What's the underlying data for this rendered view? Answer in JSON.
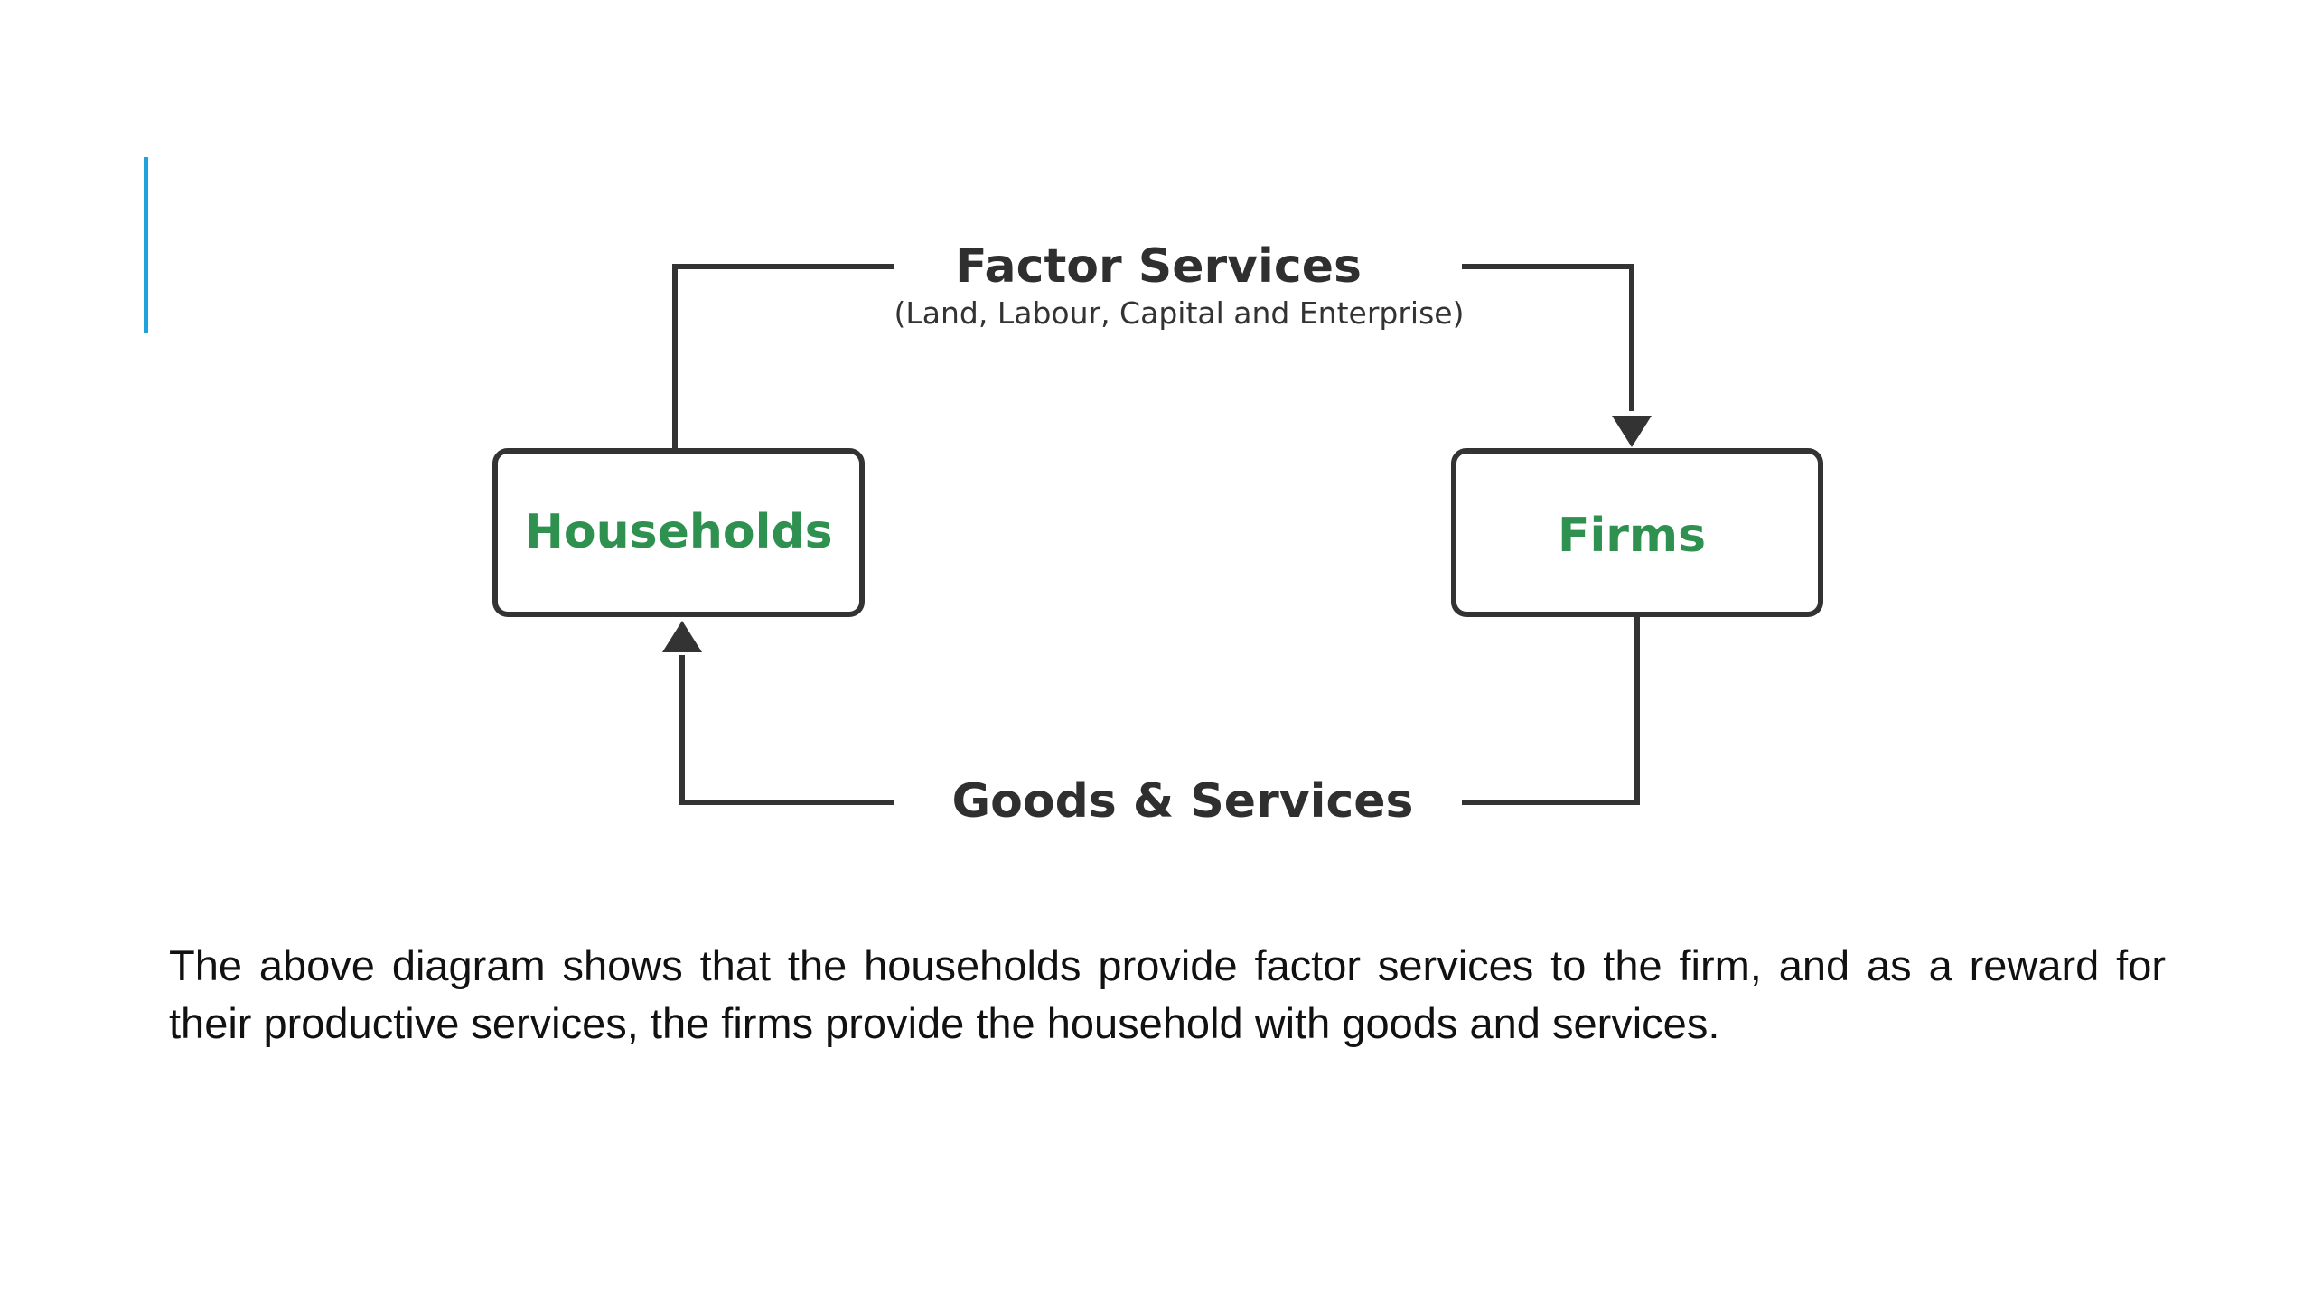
{
  "diagram": {
    "nodes": {
      "households": {
        "label": "Households"
      },
      "firms": {
        "label": "Firms"
      }
    },
    "flows": {
      "top": {
        "label": "Factor Services",
        "sublabel": "(Land, Labour, Capital and Enterprise)",
        "from": "households",
        "to": "firms"
      },
      "bottom": {
        "label": "Goods & Services",
        "from": "firms",
        "to": "households"
      }
    }
  },
  "caption": {
    "text": "The above diagram shows that the households provide factor services to the firm, and as a reward for their productive services, the firms provide the household with goods and services."
  },
  "colors": {
    "accent": "#1fa3dc",
    "node_text": "#2e9150",
    "line": "#333333",
    "label": "#2f2f2f"
  }
}
